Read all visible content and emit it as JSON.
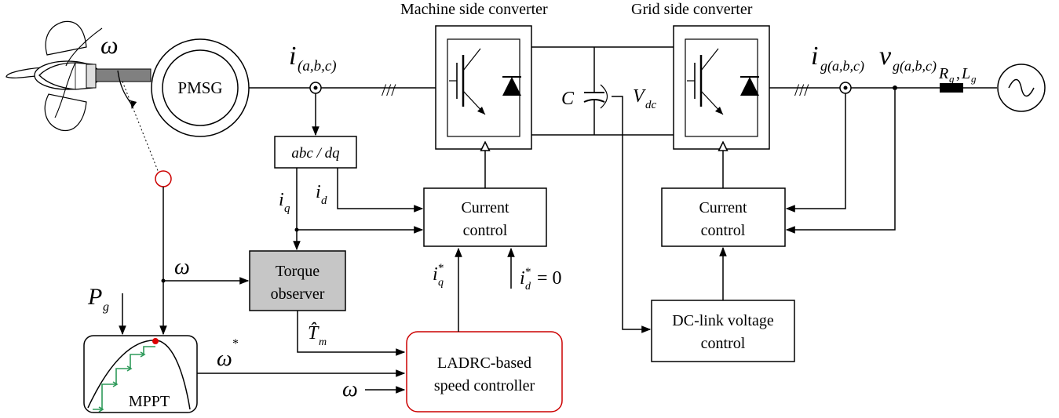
{
  "headings": {
    "machine_side": "Machine side converter",
    "grid_side": "Grid side converter"
  },
  "blocks": {
    "pmsg": "PMSG",
    "abc_dq": "abc / dq",
    "current_control_machine": [
      "Current",
      "control"
    ],
    "current_control_grid": [
      "Current",
      "control"
    ],
    "torque_observer": [
      "Torque",
      "observer"
    ],
    "ladrc": [
      "LADRC-based",
      "speed controller"
    ],
    "dc_link": [
      "DC-link voltage",
      "control"
    ],
    "mppt": "MPPT"
  },
  "symbols": {
    "omega": "ω",
    "i_main": "i",
    "i_main_sub": "(a,b,c)",
    "i_q": "i",
    "q": "q",
    "i_d": "i",
    "d": "d",
    "i_q_ref": "i",
    "i_d_ref": "i",
    "star": "*",
    "eq_zero": "= 0",
    "capacitor": "C",
    "v_dc": "V",
    "dc": "dc",
    "i_grid": "i",
    "i_grid_sub": "g(a,b,c)",
    "v_grid": "v",
    "v_grid_sub": "g(a,b,c)",
    "r": "R",
    "l": "L",
    "g": "g",
    "comma": ",",
    "p_g": "P",
    "t_hat": "T̂",
    "m": "m",
    "omega_star": "ω",
    "three_phase": "///"
  },
  "colors": {
    "line": "#000000",
    "observer_fill": "#c6c6c6",
    "ladrc_border": "#cc0000",
    "mppt_steps": "#2e9a5a",
    "mppt_dot": "#dd0000",
    "sensor_circle": "#cc0000",
    "shaft": "#808080"
  }
}
